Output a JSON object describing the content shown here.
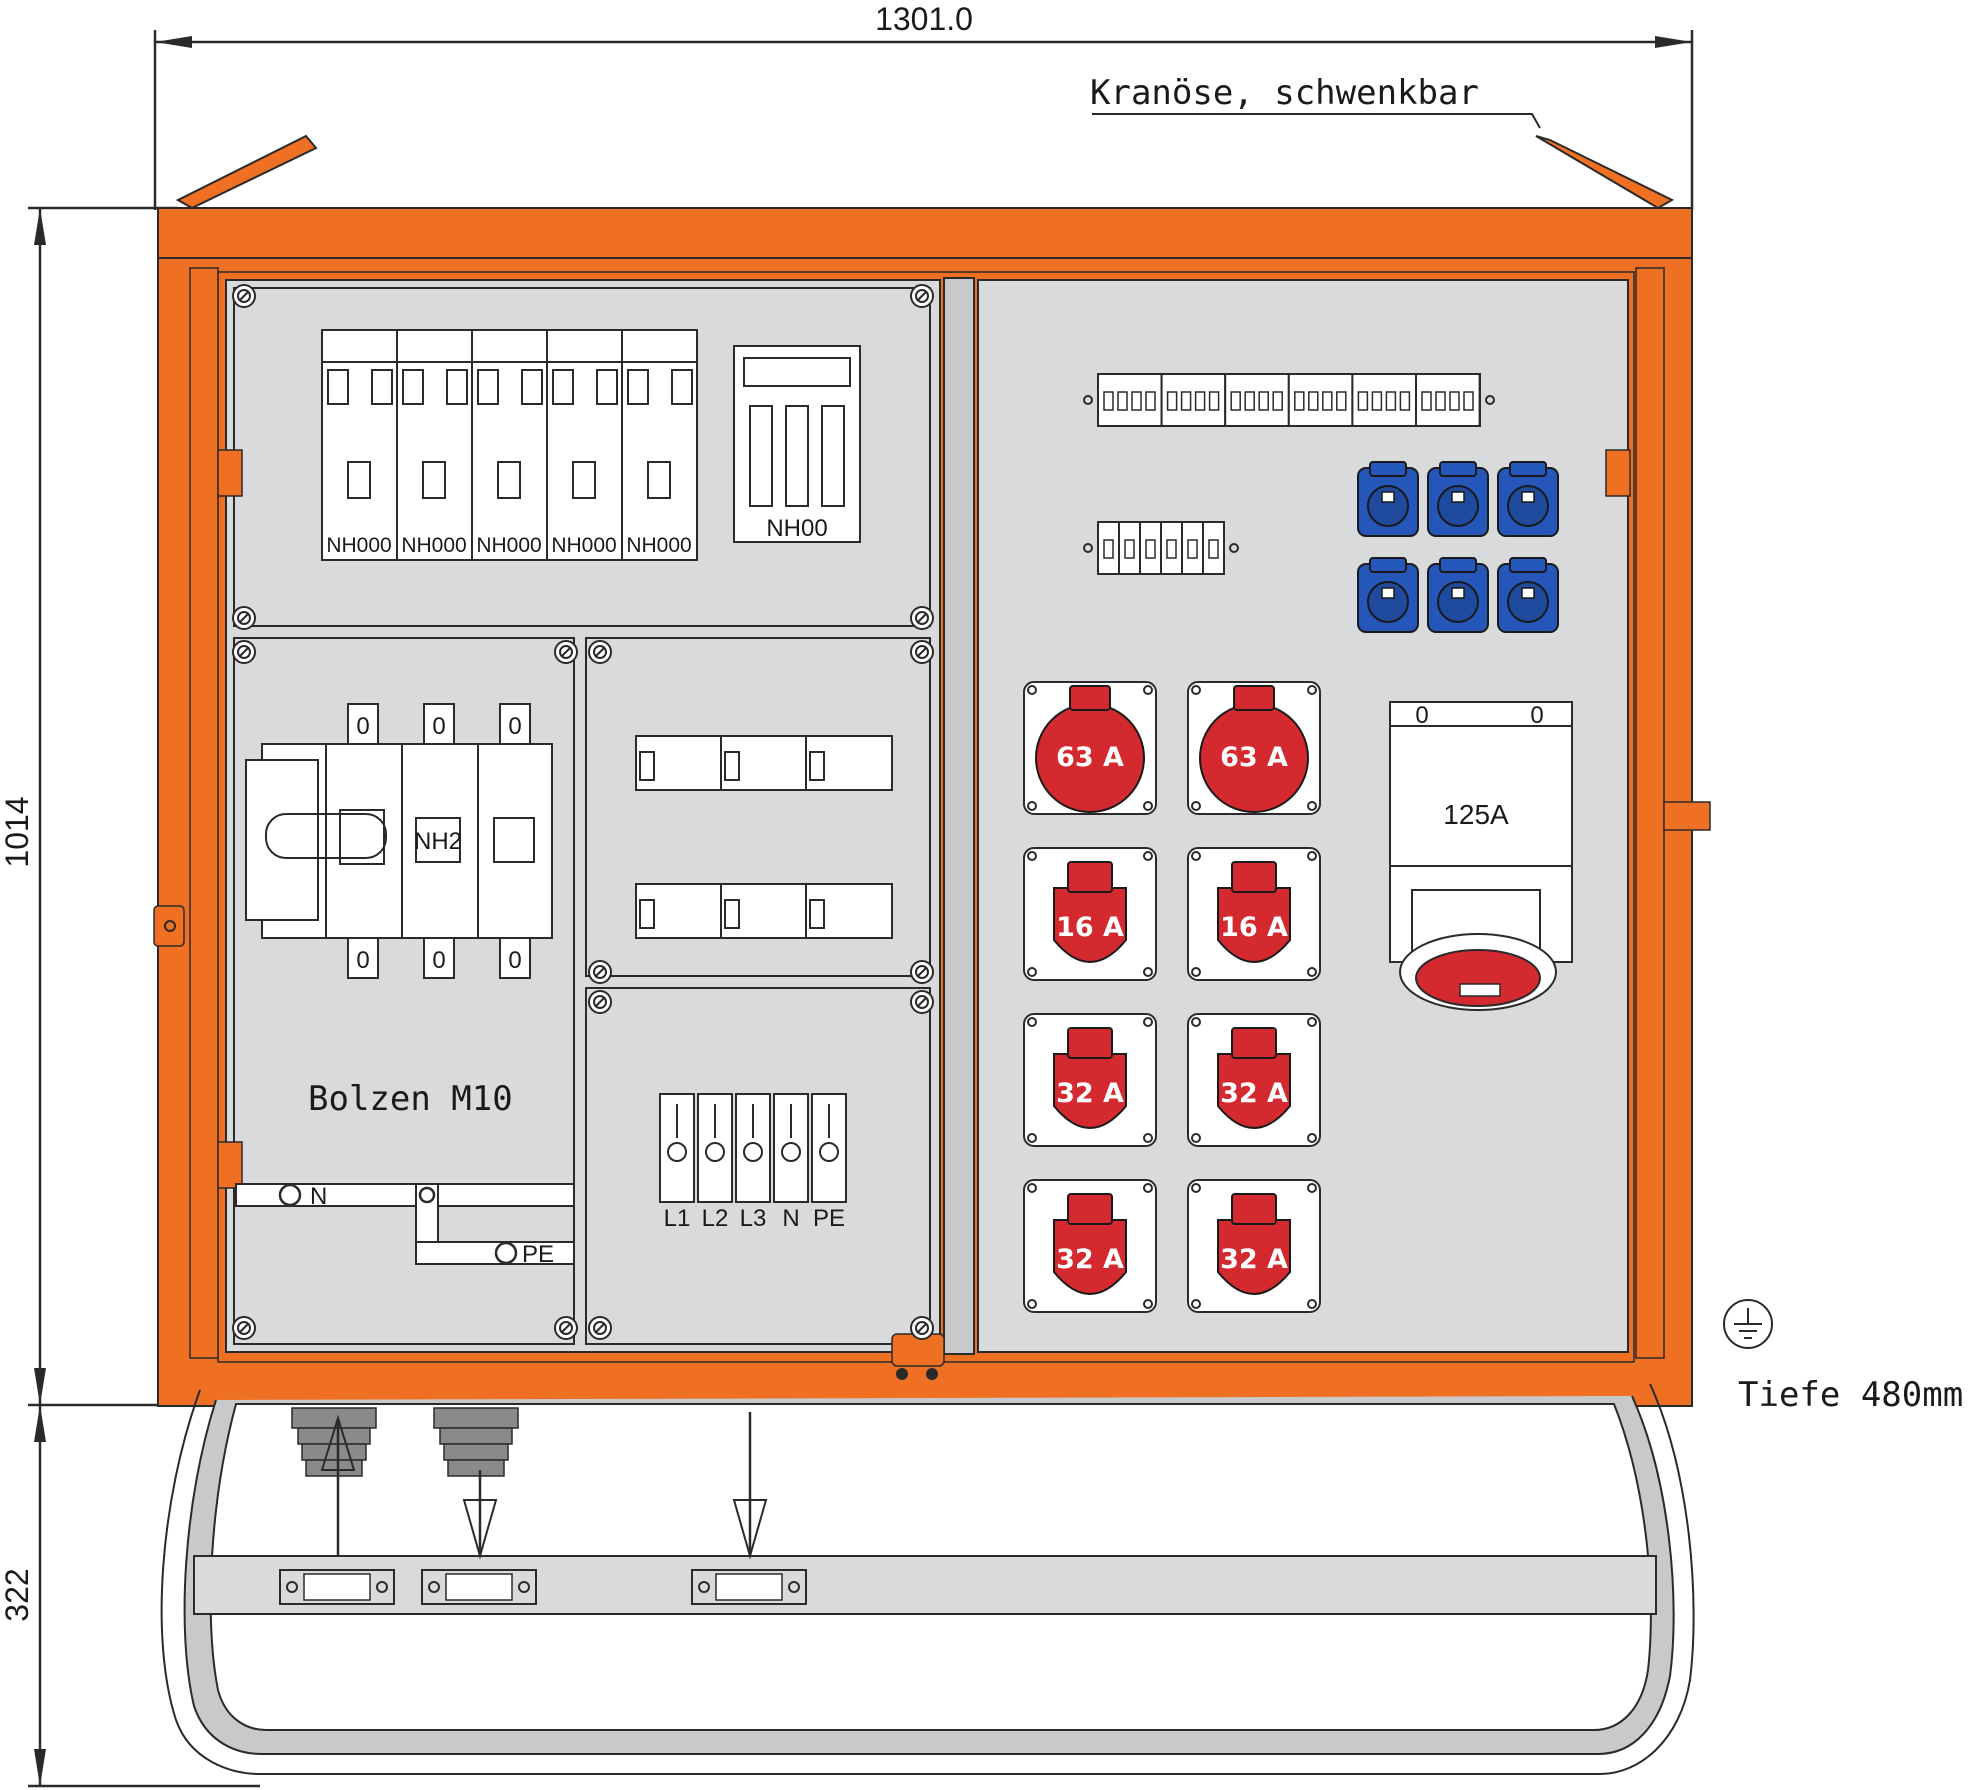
{
  "dimensions": {
    "width": "1301.0",
    "height_cabinet": "1014",
    "height_base": "322",
    "depth": "Tiefe 480mm"
  },
  "annotations": {
    "crane_eye": "Kranöse, schwenkbar",
    "bolt": "Bolzen M10",
    "bus_n": "N",
    "bus_pe": "PE"
  },
  "left_panel": {
    "nh000_fuse_bases": [
      "NH000",
      "NH000",
      "NH000",
      "NH000",
      "NH000"
    ],
    "nh00_fuse_base": "NH00",
    "main_switch": {
      "label": "NH2",
      "top_terminals": [
        "0",
        "0",
        "0"
      ],
      "bottom_terminals": [
        "0",
        "0",
        "0"
      ]
    },
    "terminal_labels": [
      "L1",
      "L2",
      "L3",
      "N",
      "PE"
    ]
  },
  "right_panel": {
    "cee_sockets": [
      {
        "rating": "63 A"
      },
      {
        "rating": "63 A"
      },
      {
        "rating": "16 A"
      },
      {
        "rating": "16 A"
      },
      {
        "rating": "32 A"
      },
      {
        "rating": "32 A"
      },
      {
        "rating": "32 A"
      },
      {
        "rating": "32 A"
      }
    ],
    "large_socket": {
      "rating": "125A",
      "switch_marks": [
        "0",
        "0"
      ]
    },
    "schuko_socket_count": 6
  },
  "colors": {
    "frame_orange": "#ef7022",
    "panel_grey": "#d9dadc",
    "cee_red": "#d42a2f",
    "schuko_blue": "#2457b9"
  }
}
